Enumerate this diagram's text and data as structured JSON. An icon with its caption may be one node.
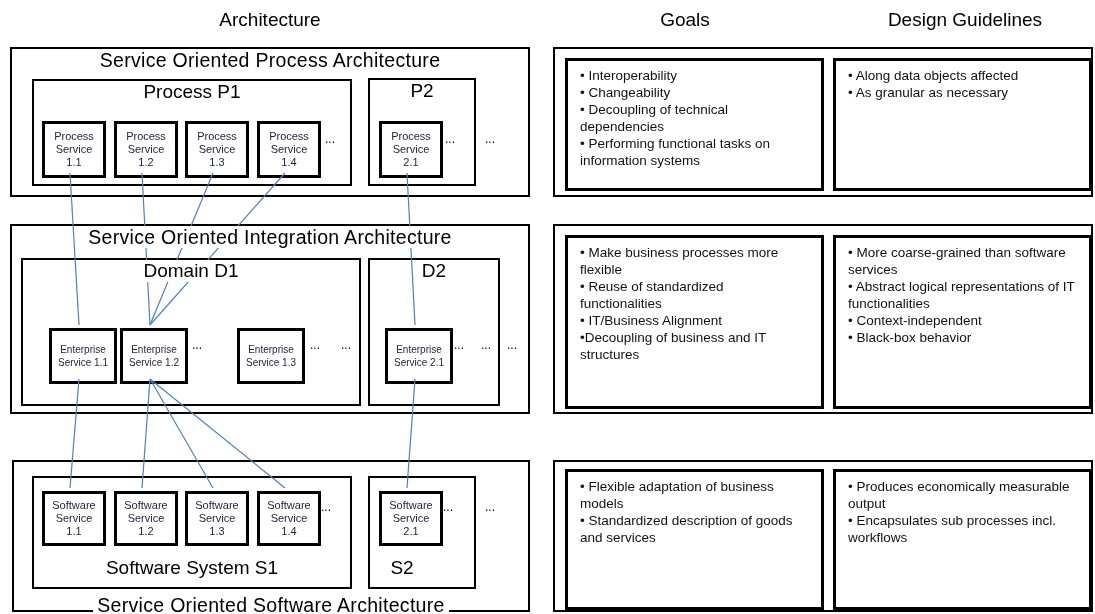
{
  "diagram": {
    "nodes": [
      {
        "text": [
          "Service Oriented Process Architecture"
        ]
      },
      {
        "text": [
          "Process P1"
        ],
        "in": 0
      },
      {
        "text": [
          "Process Service 1.1"
        ],
        "in": 1
      },
      {
        "text": [
          "Process Service 1.2"
        ],
        "in": 1
      },
      {
        "text": [
          "Process Service 1.3"
        ],
        "in": 1
      },
      {
        "text": [
          "Process Service 1.4"
        ],
        "in": 1
      },
      {
        "text": [
          "P2"
        ],
        "in": 0
      },
      {
        "text": [
          "Process Service 2.1"
        ],
        "in": 6
      },
      {
        "text": [
          "Service Oriented Integration Architecture"
        ]
      },
      {
        "text": [
          "Domain D1"
        ],
        "in": 8
      },
      {
        "text": [
          "Enterprise Service 1.1"
        ],
        "in": 9
      },
      {
        "text": [
          "Enterprise Service 1.2"
        ],
        "in": 9
      },
      {
        "text": [
          "Enterprise Service 1.3"
        ],
        "in": 9
      },
      {
        "text": [
          "D2"
        ],
        "in": 8
      },
      {
        "text": [
          "Enterprise Service 2.1"
        ],
        "in": 13
      },
      {
        "text": [
          "Service Oriented Software Architecture"
        ]
      },
      {
        "text": [
          "Software System S1"
        ],
        "in": 15
      },
      {
        "text": [
          "Software Service 1.1"
        ],
        "in": 16
      },
      {
        "text": [
          "Software Service 1.2"
        ],
        "in": 16
      },
      {
        "text": [
          "Software Service 1.3"
        ],
        "in": 16
      },
      {
        "text": [
          "Software Service 1.4"
        ],
        "in": 16
      },
      {
        "text": [
          "S2"
        ],
        "in": 15
      },
      {
        "text": [
          "Software Service 2.1"
        ],
        "in": 21
      },
      {
        "text": [],
        "shape": "box"
      },
      {
        "text": [
          "• Interoperability",
          "• Changeability",
          "• Decoupling of technical dependencies",
          "• Performing functional tasks on information systems"
        ],
        "in": 23
      },
      {
        "text": [
          "• Along data objects affected",
          "• As granular as necessary"
        ],
        "in": 23
      },
      {
        "text": [],
        "shape": "box"
      },
      {
        "text": [
          "• Make business processes more flexible",
          "• Reuse of standardized functionalities",
          "• IT/Business Alignment",
          "•Decoupling of business and IT structures"
        ],
        "in": 26
      },
      {
        "text": [
          "• More coarse-grained than software services",
          "• Abstract logical representations of IT functionalities",
          "• Context-independent",
          "• Black-box behavior"
        ],
        "in": 26
      },
      {
        "text": [],
        "shape": "box"
      },
      {
        "text": [
          "• Flexible adaptation of business models",
          "• Standardized description of goods and services"
        ],
        "in": 29
      },
      {
        "text": [
          "• Produces economically measurable output",
          "• Encapsulates sub processes incl. workflows"
        ],
        "in": 29
      }
    ],
    "edges": [
      {
        "from": 2,
        "to": 10,
        "arrow": "none"
      },
      {
        "from": 3,
        "to": 11,
        "arrow": "none"
      },
      {
        "from": 4,
        "to": 11,
        "arrow": "none"
      },
      {
        "from": 5,
        "to": 11,
        "arrow": "none"
      },
      {
        "from": 7,
        "to": 14,
        "arrow": "none"
      },
      {
        "from": 10,
        "to": 17,
        "arrow": "none"
      },
      {
        "from": 11,
        "to": 18,
        "arrow": "none"
      },
      {
        "from": 11,
        "to": 19,
        "arrow": "none"
      },
      {
        "from": 11,
        "to": 20,
        "arrow": "none"
      },
      {
        "from": 14,
        "to": 22,
        "arrow": "none"
      }
    ],
    "labels": [
      "Architecture",
      "Goals",
      "Design Guidelines",
      "...",
      "...",
      "...",
      "...",
      "...",
      "...",
      "...",
      "...",
      "...",
      "...",
      "...",
      "..."
    ]
  }
}
